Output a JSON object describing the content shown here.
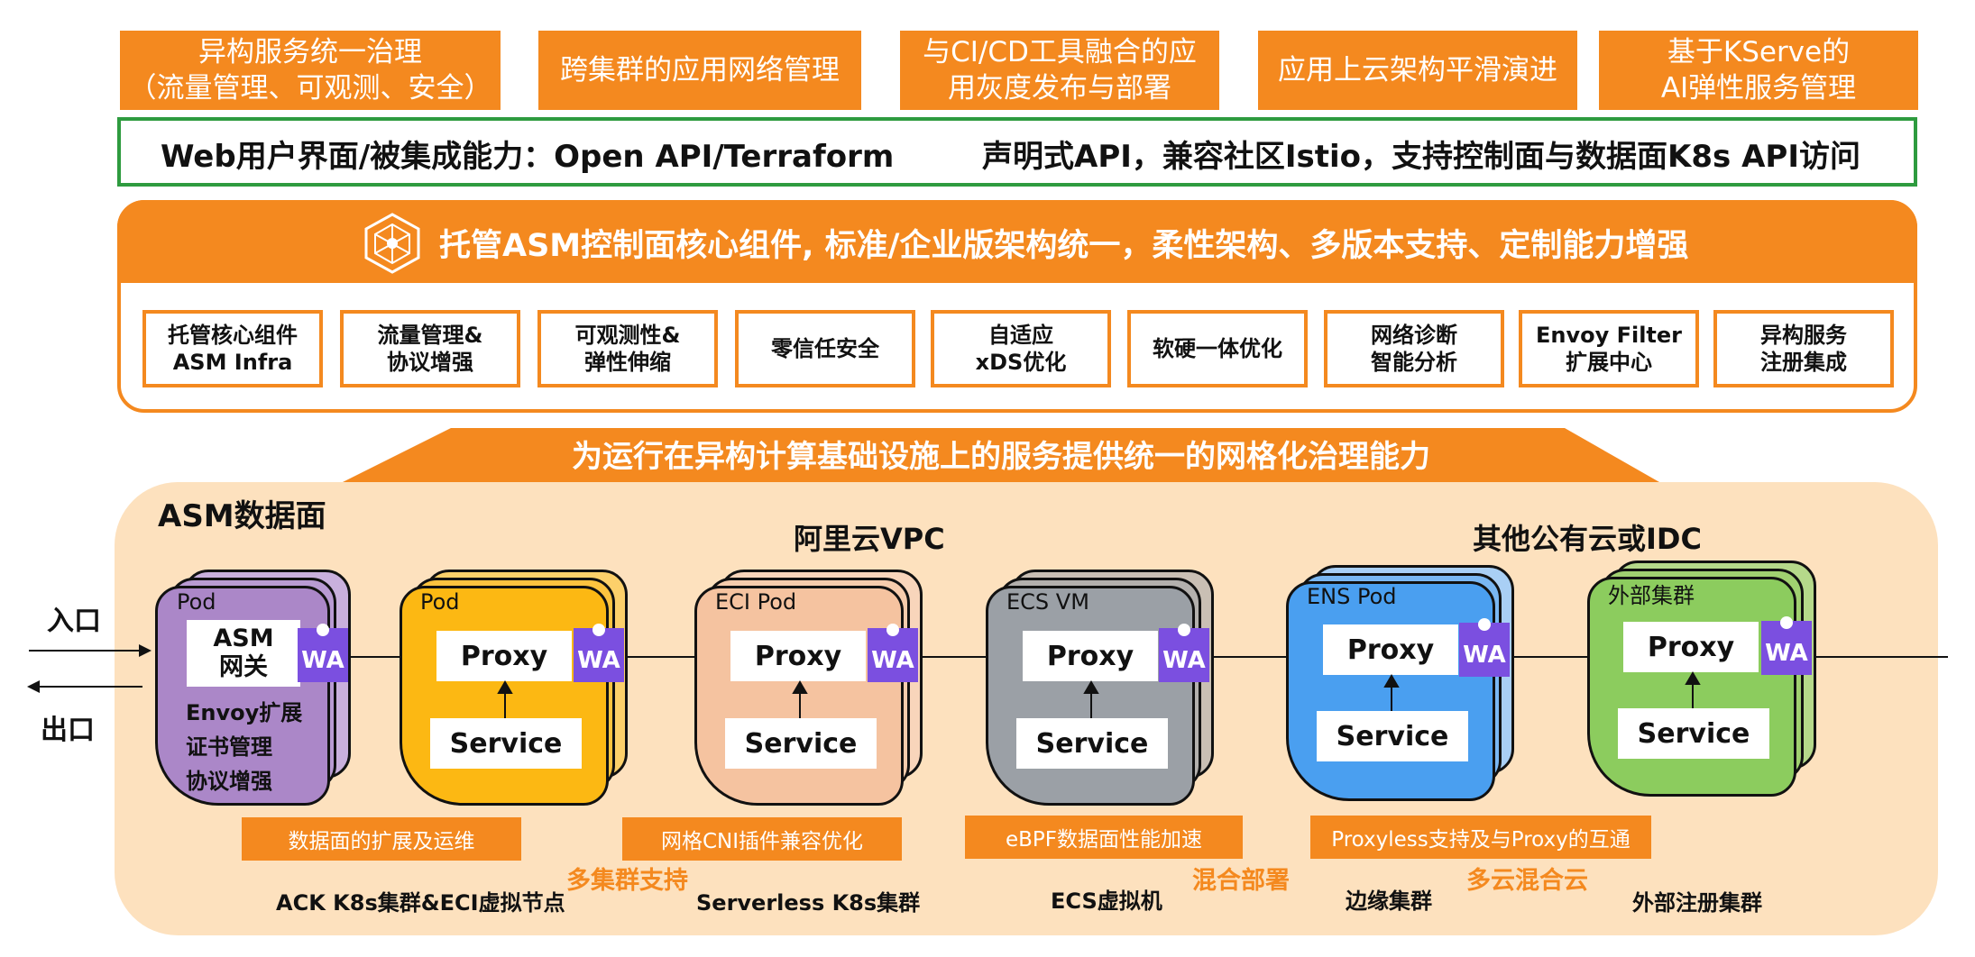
{
  "top_boxes": [
    {
      "line1": "异构服务统一治理",
      "line2": "（流量管理、可观测、安全）"
    },
    {
      "line1": "跨集群的应用网络管理",
      "line2": ""
    },
    {
      "line1": "与CI/CD工具融合的应",
      "line2": "用灰度发布与部署"
    },
    {
      "line1": "应用上云架构平滑演进",
      "line2": ""
    },
    {
      "line1": "基于KServe的",
      "line2": "AI弹性服务管理"
    }
  ],
  "integration_bar": {
    "left": "Web用户界面/被集成能力：Open API/Terraform",
    "right": "声明式API，兼容社区Istio，支持控制面与数据面K8s API访问"
  },
  "control_plane": {
    "title": "托管ASM控制面核心组件, 标准/企业版架构统一，柔性架构、多版本支持、定制能力增强",
    "icon": "mesh-hexagon-icon",
    "features": [
      {
        "line1": "托管核心组件",
        "line2": "ASM Infra"
      },
      {
        "line1": "流量管理&",
        "line2": "协议增强"
      },
      {
        "line1": "可观测性&",
        "line2": "弹性伸缩"
      },
      {
        "line1": "零信任安全",
        "line2": ""
      },
      {
        "line1": "自适应",
        "line2": "xDS优化"
      },
      {
        "line1": "软硬一体优化",
        "line2": ""
      },
      {
        "line1": "网络诊断",
        "line2": "智能分析"
      },
      {
        "line1": "Envoy Filter",
        "line2": "扩展中心"
      },
      {
        "line1": "异构服务",
        "line2": "注册集成"
      }
    ]
  },
  "banner": "为运行在异构计算基础设施上的服务提供统一的网格化治理能力",
  "data_plane": {
    "title": "ASM数据面",
    "region_aliyun": "阿里云VPC",
    "region_other": "其他公有云或IDC",
    "ingress": "入口",
    "egress": "出口",
    "gateway": {
      "label": "Pod",
      "box_line1": "ASM",
      "box_line2": "网关",
      "lines": [
        "Envoy扩展",
        "证书管理",
        "协议增强"
      ]
    },
    "wa": "WA",
    "cards": [
      {
        "label": "Pod",
        "proxy": "Proxy",
        "service": "Service"
      },
      {
        "label": "ECI Pod",
        "proxy": "Proxy",
        "service": "Service"
      },
      {
        "label": "ECS VM",
        "proxy": "Proxy",
        "service": "Service"
      },
      {
        "label": "ENS Pod",
        "proxy": "Proxy",
        "service": "Service"
      },
      {
        "label": "外部集群",
        "proxy": "Proxy",
        "service": "Service"
      }
    ],
    "orange_labels": [
      "数据面的扩展及运维",
      "网格CNI插件兼容优化",
      "eBPF数据面性能加速",
      "Proxyless支持及与Proxy的互通"
    ],
    "bottom_labels": [
      "ACK K8s集群&ECI虚拟节点",
      "Serverless K8s集群",
      "ECS虚拟机",
      "边缘集群",
      "外部注册集群"
    ],
    "accent_labels": [
      "多集群支持",
      "混合部署",
      "多云混合云"
    ],
    "colors": {
      "gateway": "#ab87c8",
      "pod": "#fcb813",
      "eci": "#f5c3a0",
      "ecs": "#9ba0a6",
      "ens": "#4a9ff0",
      "external": "#8ccc5e",
      "wa": "#7b4fe0",
      "accent": "#f4891f"
    }
  }
}
